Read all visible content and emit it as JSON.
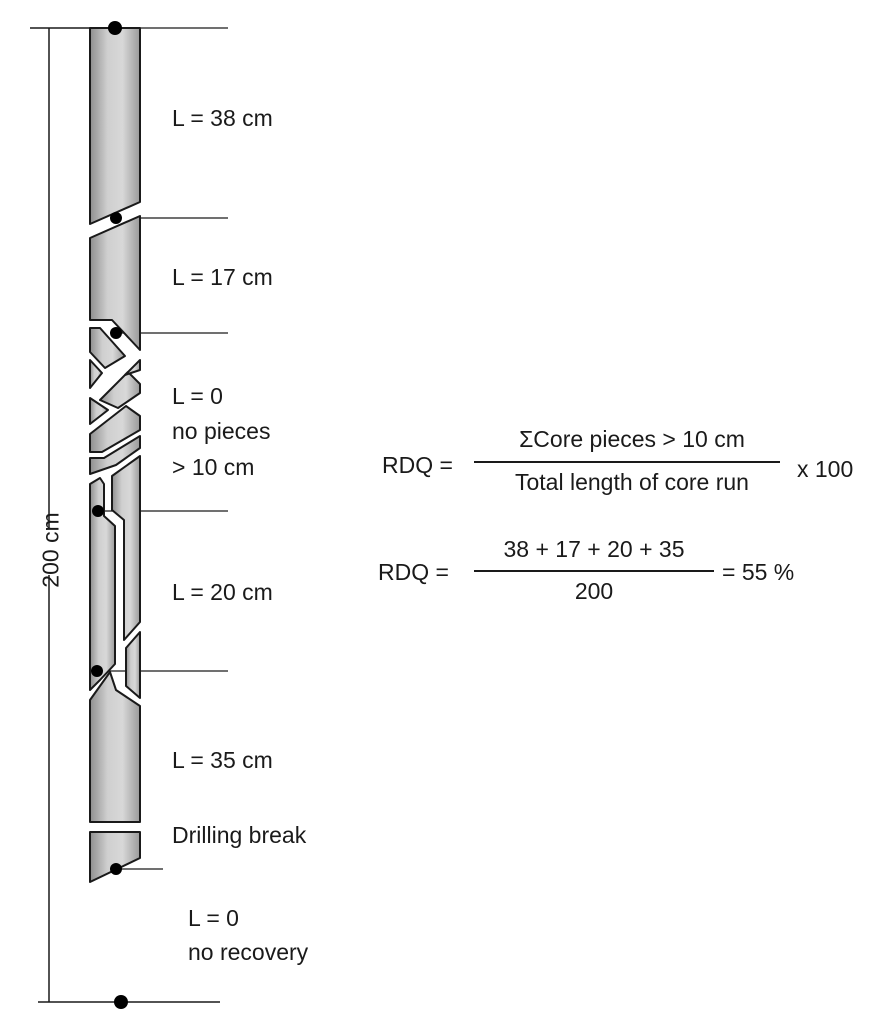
{
  "segments": [
    {
      "label": "L = 38 cm"
    },
    {
      "label": "L = 17 cm"
    },
    {
      "label_lines": [
        "L = 0",
        "no pieces",
        "> 10 cm"
      ]
    },
    {
      "label": "L = 20 cm"
    },
    {
      "label": "L = 35 cm"
    },
    {
      "label": "Drilling break"
    },
    {
      "label_lines": [
        "L = 0",
        "no recovery"
      ]
    }
  ],
  "run_length_label": "200 cm",
  "formula": {
    "lhs": "RDQ =",
    "numerator": "ΣCore pieces > 10 cm",
    "denominator": "Total length of core run",
    "multiplier": "x 100"
  },
  "calculation": {
    "lhs": "RDQ =",
    "numerator": "38 + 17 + 20 + 35",
    "denominator": "200",
    "result": "= 55 %"
  },
  "colors": {
    "core_fill": "#c4c4c4",
    "core_stroke": "#1a1a1a",
    "line": "#1a1a1a",
    "background": "#ffffff"
  }
}
